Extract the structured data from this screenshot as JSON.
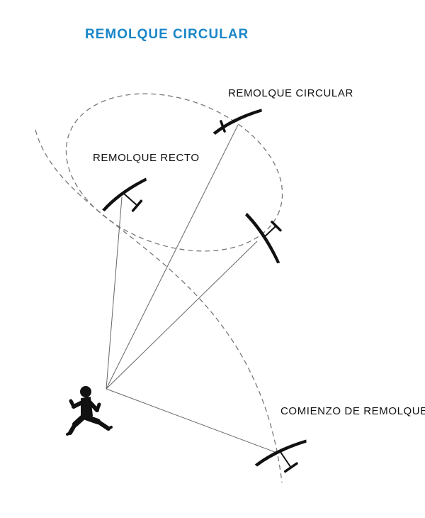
{
  "title": "REMOLQUE CIRCULAR",
  "labels": {
    "circular": "REMOLQUE CIRCULAR",
    "straight": "REMOLQUE RECTO",
    "start": "COMIENZO DE REMOLQUE"
  },
  "colors": {
    "title": "#1a86c8",
    "ink": "#111111",
    "line": "#666666",
    "dash": "#777777"
  },
  "icons": [
    "running-person-icon",
    "glider-icon"
  ]
}
